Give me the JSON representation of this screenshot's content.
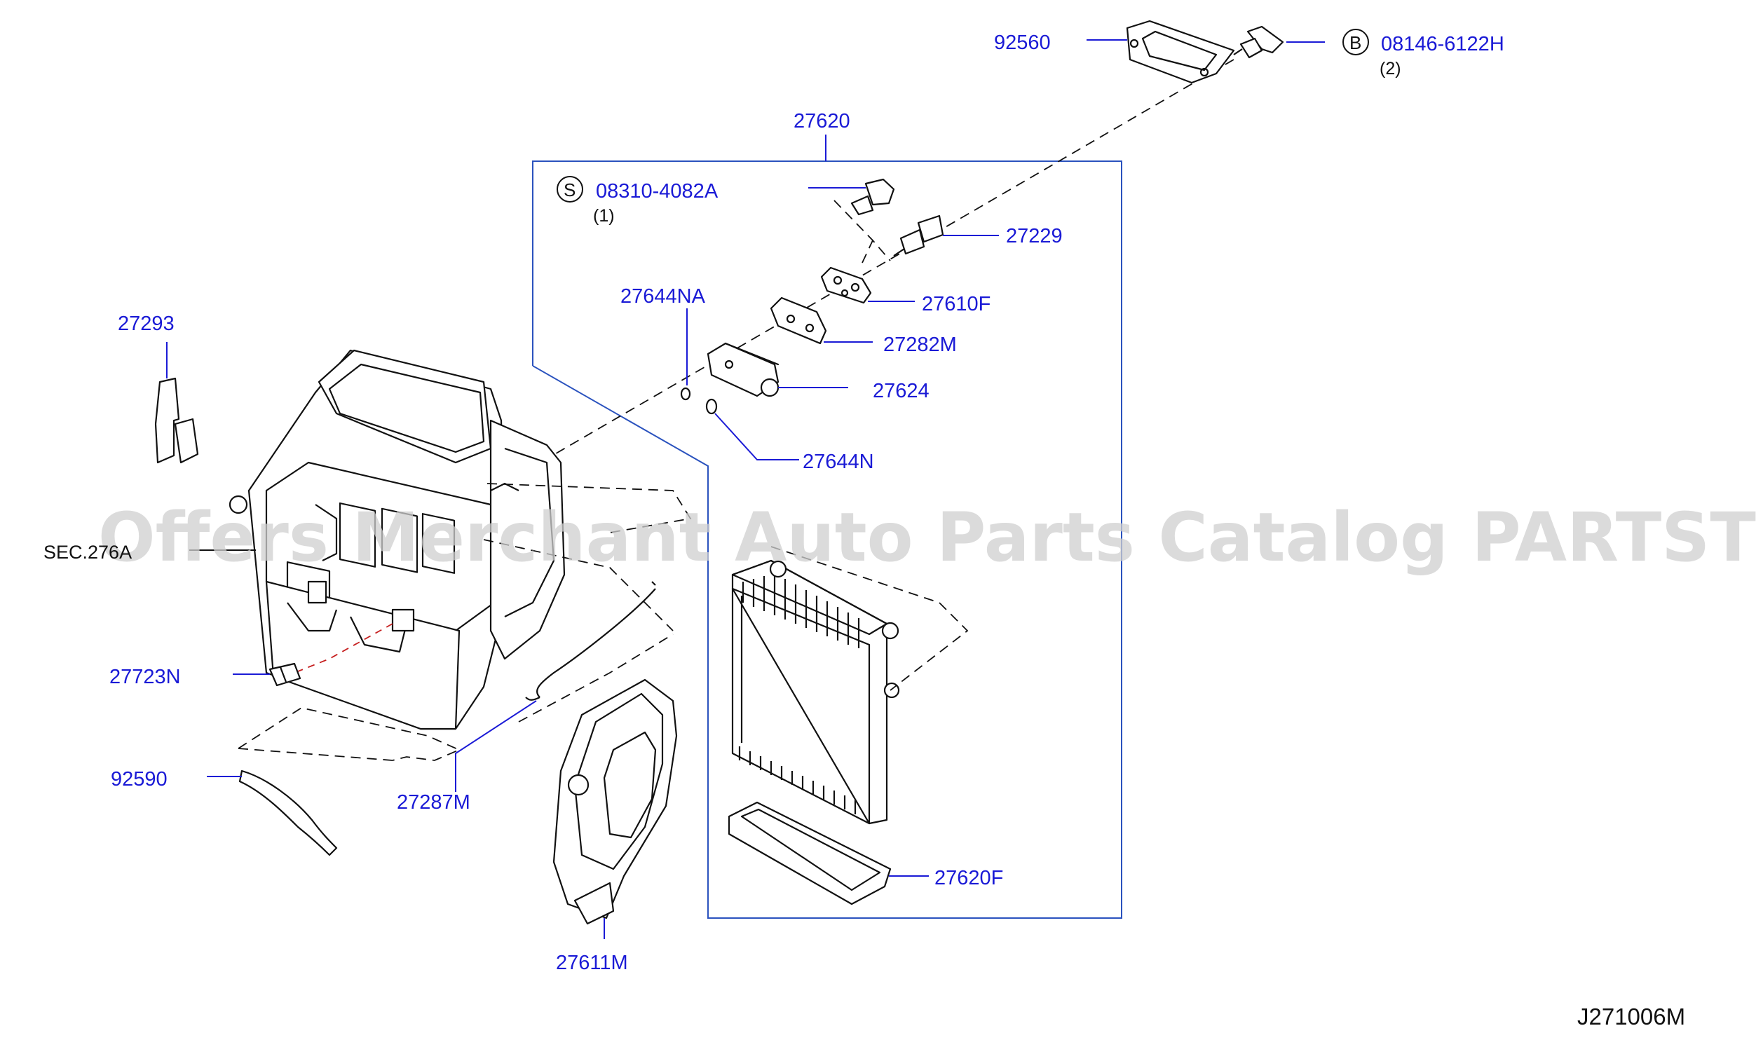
{
  "diagram": {
    "code": "J271006M",
    "watermark": "Offers Merchant Auto Parts Catalog PARTSTORE.SA",
    "section_ref": "SEC.276A",
    "callouts": {
      "p92560": "92560",
      "p27620": "27620",
      "p27229": "27229",
      "p27610F": "27610F",
      "p27644NA": "27644NA",
      "p27282M": "27282M",
      "p27624": "27624",
      "p27644N": "27644N",
      "p27293": "27293",
      "p27723N": "27723N",
      "p92590": "92590",
      "p27287M": "27287M",
      "p27611M": "27611M",
      "p27620F": "27620F"
    },
    "fasteners": {
      "bolt_b": {
        "symbol": "B",
        "part": "08146-6122H",
        "qty": "(2)"
      },
      "screw_s": {
        "symbol": "S",
        "part": "08310-4082A",
        "qty": "(1)"
      }
    }
  }
}
